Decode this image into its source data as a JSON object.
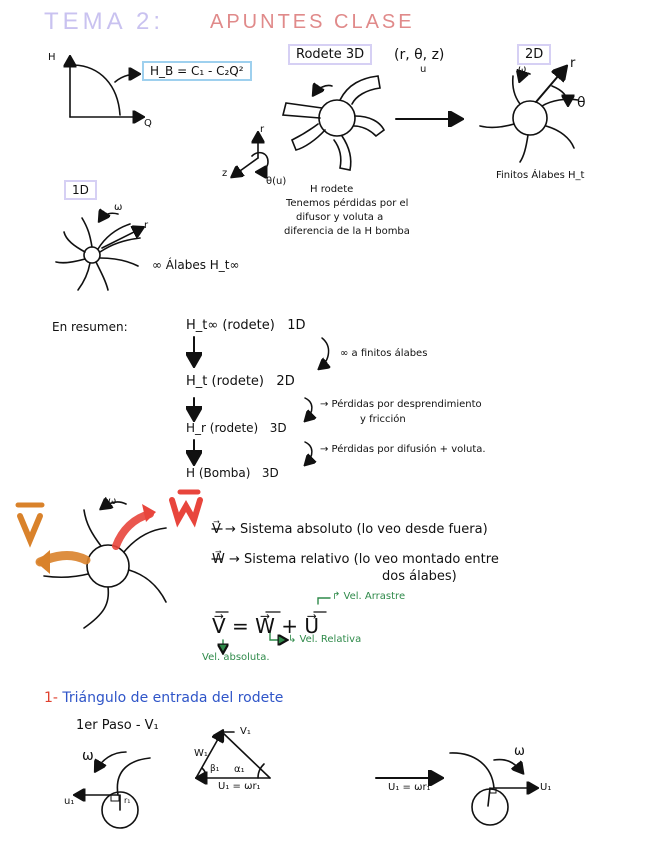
{
  "title": {
    "part1": "TEMA 2:",
    "part2": "APUNTES CLASE"
  },
  "colors": {
    "title_purple": "#c9c2f0",
    "title_red": "#e08a8a",
    "box_purple": "#d6d0f4",
    "box_blue": "#9ed0ee",
    "green_notes": "#2f8a4a",
    "blue_heading": "#2f55c8",
    "red_number": "#e0402e",
    "orange_v": "#d9822b",
    "red_w": "#e8453c"
  },
  "graph_hq": {
    "y_axis": "H",
    "x_axis": "Q",
    "formula": "H_B = C₁ - C₂Q²"
  },
  "rodete3d": {
    "label": "Rodete 3D",
    "coords": "(r, θ, z)",
    "coords_sub": "u",
    "axis_r": "r",
    "axis_z": "z",
    "axis_theta": "θ(u)",
    "caption": [
      "H rodete",
      "Tenemos pérdidas por el",
      "difusor y voluta a",
      "diferencia de la H bomba"
    ]
  },
  "rodete2d": {
    "label": "2D",
    "omega": "ω",
    "r": "r",
    "theta": "θ",
    "caption": "Finitos Álabes H_t"
  },
  "rodete1d": {
    "label": "1D",
    "omega": "ω",
    "r": "r",
    "caption": "∞ Álabes H_t∞"
  },
  "resumen": {
    "label": "En resumen:",
    "rows": [
      {
        "h": "H_t∞ (rodete)",
        "dim": "1D"
      },
      {
        "h": "H_t (rodete)",
        "dim": "2D"
      },
      {
        "h": "H_r (rodete)",
        "dim": "3D"
      },
      {
        "h": "H (Bomba)",
        "dim": "3D"
      }
    ],
    "notes": [
      "∞ a finitos álabes",
      "→ Pérdidas por desprendimiento",
      "y fricción",
      "→ Pérdidas por difusión + voluta."
    ]
  },
  "velocities": {
    "v_label": "V⃗",
    "w_label": "W⃗",
    "omega": "ω",
    "v_def": "V⃗ → Sistema absoluto (lo veo desde fuera)",
    "w_def_1": "W⃗ → Sistema relativo (lo veo montado entre",
    "w_def_2": "dos álabes)",
    "equation": "V⃗ = W⃗ + U⃗",
    "note_u": "↱ Vel. Arrastre",
    "note_w": "↳ Vel. Relativa",
    "note_v": "Vel. absoluta."
  },
  "section1": {
    "number": "1-",
    "heading": "Triángulo de entrada del rodete",
    "step": "1er Paso - V₁",
    "left_omega": "ω",
    "left_u": "u₁",
    "left_r": "r₁",
    "tri_v": "V₁",
    "tri_w": "W₁",
    "tri_beta": "β₁",
    "tri_alpha": "α₁",
    "tri_base": "U₁ = ωr₁",
    "arrow_label": "U₁ = ωr₁",
    "right_omega": "ω",
    "right_u": "U₁"
  }
}
